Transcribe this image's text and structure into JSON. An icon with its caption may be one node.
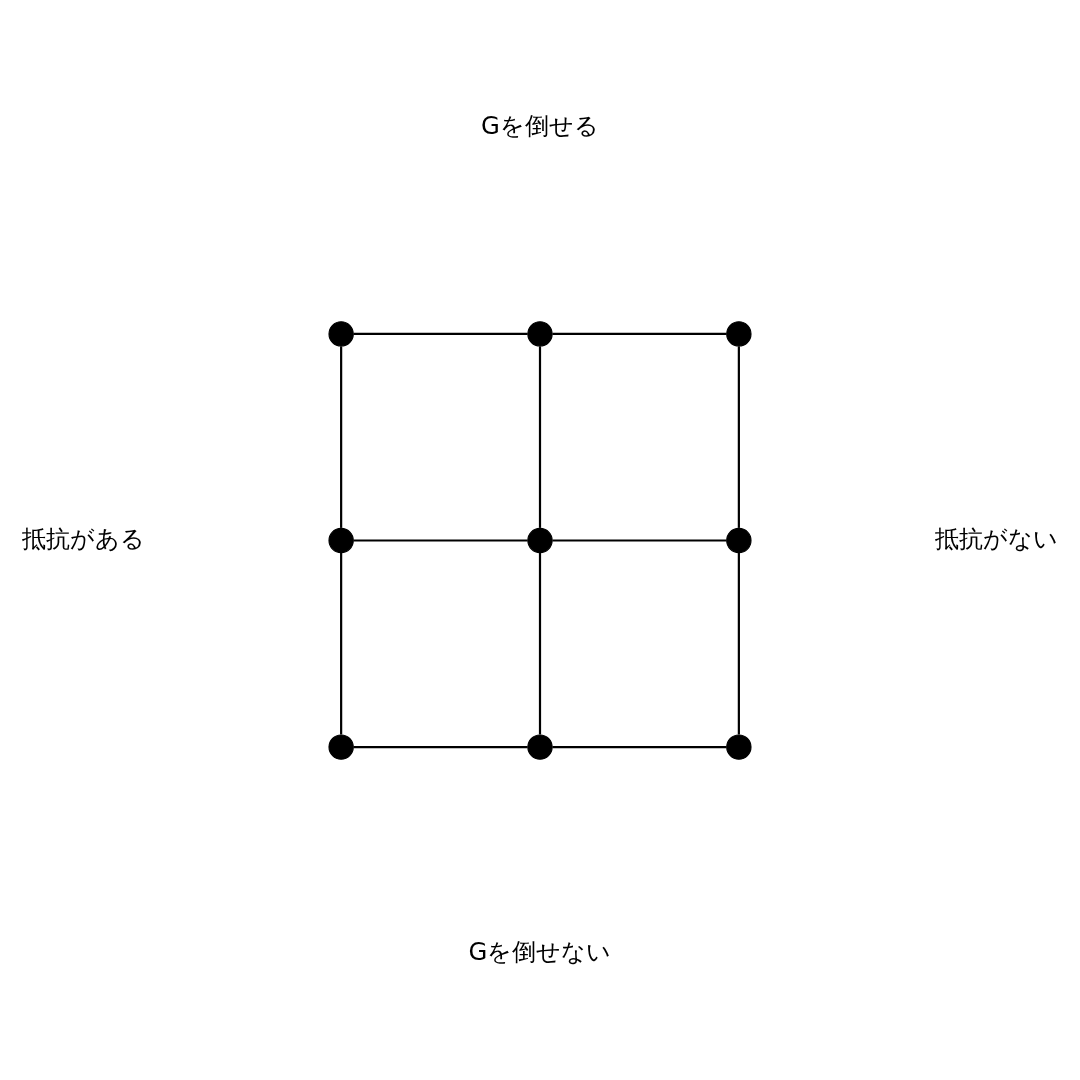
{
  "diagram": {
    "nodes": [
      {
        "text": [],
        "shape": "circle"
      },
      {
        "text": [],
        "shape": "circle"
      },
      {
        "text": [],
        "shape": "circle"
      },
      {
        "text": [],
        "shape": "circle"
      },
      {
        "text": [],
        "shape": "circle"
      },
      {
        "text": [],
        "shape": "circle"
      },
      {
        "text": [],
        "shape": "circle"
      },
      {
        "text": [],
        "shape": "circle"
      },
      {
        "text": [],
        "shape": "circle"
      }
    ],
    "edges": [
      {
        "from": 0,
        "to": 1,
        "arrow": "none"
      },
      {
        "from": 1,
        "to": 2,
        "arrow": "none"
      },
      {
        "from": 3,
        "to": 4,
        "arrow": "none"
      },
      {
        "from": 4,
        "to": 5,
        "arrow": "none"
      },
      {
        "from": 6,
        "to": 7,
        "arrow": "none"
      },
      {
        "from": 7,
        "to": 8,
        "arrow": "none"
      },
      {
        "from": 0,
        "to": 3,
        "arrow": "none"
      },
      {
        "from": 3,
        "to": 6,
        "arrow": "none"
      },
      {
        "from": 1,
        "to": 4,
        "arrow": "none"
      },
      {
        "from": 4,
        "to": 7,
        "arrow": "none"
      },
      {
        "from": 2,
        "to": 5,
        "arrow": "none"
      },
      {
        "from": 5,
        "to": 8,
        "arrow": "none"
      }
    ],
    "labels": [
      "Gを倒せる",
      "抵抗がある",
      "抵抗がない",
      "Gを倒せない"
    ]
  }
}
